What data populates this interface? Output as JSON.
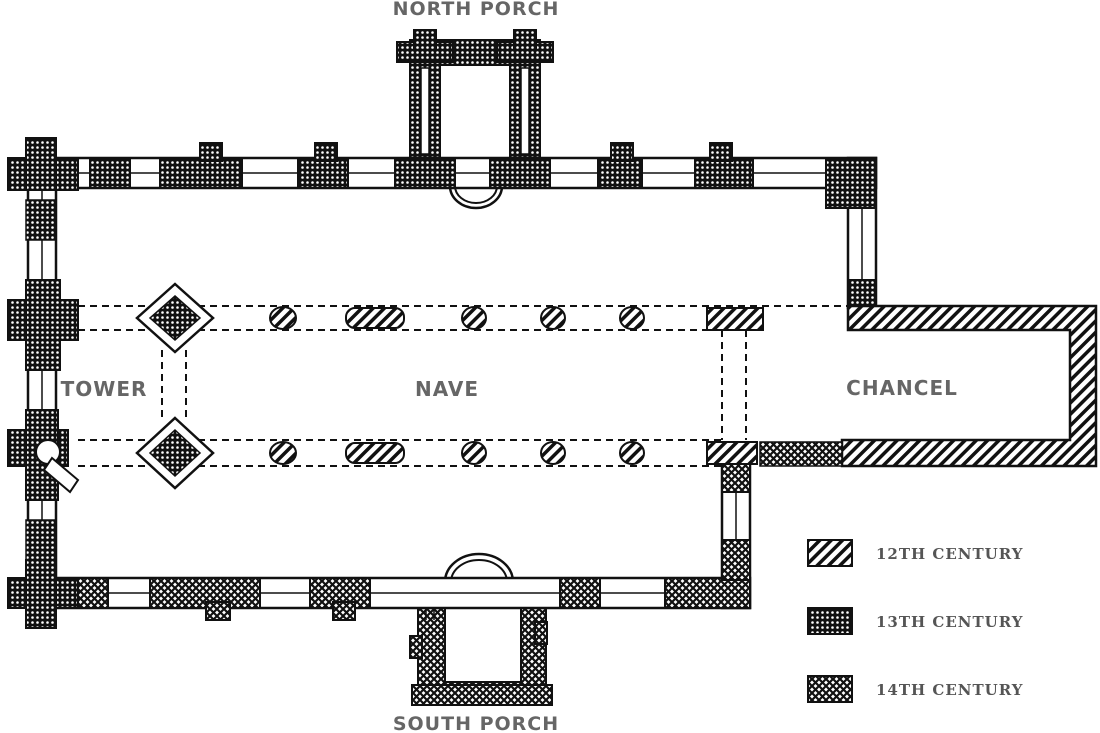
{
  "labels": {
    "north_porch": "NORTH PORCH",
    "south_porch": "SOUTH PORCH",
    "tower": "TOWER",
    "nave": "NAVE",
    "chancel": "CHANCEL"
  },
  "legend": [
    {
      "key": "12th",
      "label": "12TH CENTURY",
      "pattern": "hatch-diagonal"
    },
    {
      "key": "13th",
      "label": "13TH CENTURY",
      "pattern": "dots"
    },
    {
      "key": "14th",
      "label": "14TH CENTURY",
      "pattern": "crosshatch"
    }
  ],
  "colors": {
    "ink": "#111111",
    "label": "#666666",
    "background": "#ffffff"
  }
}
